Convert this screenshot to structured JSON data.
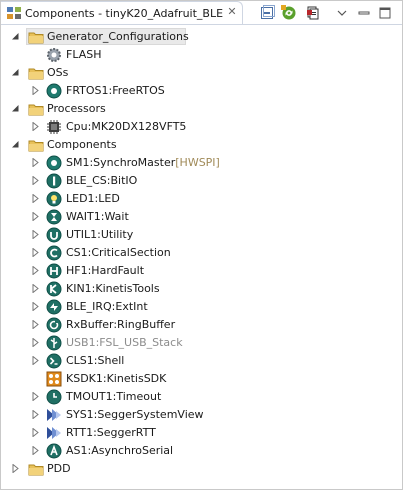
{
  "view": {
    "title": "Components - tinyK20_Adafruit_BLE",
    "close_glyph": "✕",
    "toolbar": [
      "collapse-all-icon",
      "sync-icon",
      "view-menu-icon",
      "minimize-icon",
      "maximize-icon"
    ]
  },
  "tree": {
    "generator_configurations": {
      "label": "Generator_Configurations",
      "children": [
        {
          "label": "FLASH",
          "icon": "flash-gear-icon"
        }
      ]
    },
    "oss": {
      "label": "OSs",
      "children": [
        {
          "label": "FRTOS1:FreeRTOS",
          "icon": "freertos-icon"
        }
      ]
    },
    "processors": {
      "label": "Processors",
      "children": [
        {
          "label": "Cpu:MK20DX128VFT5",
          "icon": "cpu-icon"
        }
      ]
    },
    "components": {
      "label": "Components",
      "children": [
        {
          "label": "SM1:SynchroMaster",
          "suffix": "[HWSPI]",
          "icon": "synchromaster-icon"
        },
        {
          "label": "BLE_CS:BitIO",
          "icon": "bitio-icon"
        },
        {
          "label": "LED1:LED",
          "icon": "led-icon"
        },
        {
          "label": "WAIT1:Wait",
          "icon": "wait-icon"
        },
        {
          "label": "UTIL1:Utility",
          "icon": "utility-icon"
        },
        {
          "label": "CS1:CriticalSection",
          "icon": "critical-section-icon"
        },
        {
          "label": "HF1:HardFault",
          "icon": "hardfault-icon"
        },
        {
          "label": "KIN1:KinetisTools",
          "icon": "kinetis-tools-icon"
        },
        {
          "label": "BLE_IRQ:ExtInt",
          "icon": "extint-icon"
        },
        {
          "label": "RxBuffer:RingBuffer",
          "icon": "ringbuffer-icon"
        },
        {
          "label": "USB1:FSL_USB_Stack",
          "icon": "usb-stack-icon",
          "disabled": true
        },
        {
          "label": "CLS1:Shell",
          "icon": "shell-icon"
        },
        {
          "label": "KSDK1:KinetisSDK",
          "icon": "kinetis-sdk-icon"
        },
        {
          "label": "TMOUT1:Timeout",
          "icon": "timeout-icon"
        },
        {
          "label": "SYS1:SeggerSystemView",
          "icon": "segger-systemview-icon"
        },
        {
          "label": "RTT1:SeggerRTT",
          "icon": "segger-rtt-icon"
        },
        {
          "label": "AS1:AsynchroSerial",
          "icon": "asynchroserial-icon"
        }
      ]
    },
    "pdd": {
      "label": "PDD"
    }
  },
  "colors": {
    "folder": "#e8c15a",
    "component_teal": "#1f7a6e",
    "selection_bg": "#e9e9e9",
    "suffix": "#a08a58"
  }
}
